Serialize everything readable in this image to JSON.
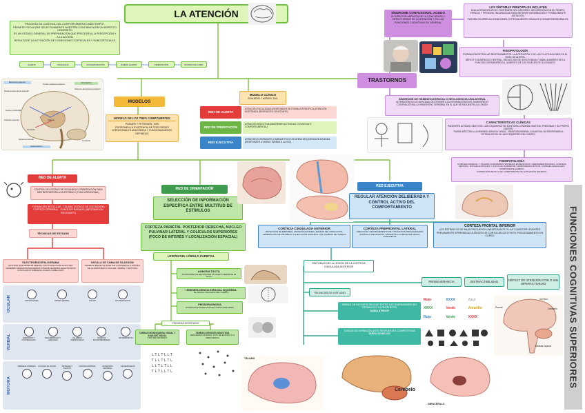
{
  "title": "LA ATENCIÓN",
  "intro_lines": [
    "PROCESO DE CONTROL DEL COMPORTAMIENTO MÁS SIMPLE.",
    "PERMITE FOCALIZAR SELECTIVAMENTE NUESTRA CONCIENCIA EN UN ASPECTO CONCRETO",
    "ES UN ESTADO GENERAL DE PREPARACIÓN QUE PRECEDE A LA PERCEPCIÓN Y A LA ACCIÓN",
    "RESULTA DE LA ACTIVACIÓN DE CONEXIONES CORTICALES Y SUBCORTICALES"
  ],
  "arousal_chain": [
    "ALERTA",
    "VIGILANCIA",
    "CONCENTRACIÓN",
    "DISEÑO ALERTA",
    "ORIENTACIÓN",
    "ESTADO DE COMA"
  ],
  "brain_diagram_labels": [
    "Fascículo superior",
    "Cortex parietal posterior",
    "Sistema atencional anterior",
    "Orientación",
    "Sistema atencional posterior",
    "Cortex prefrontal",
    "Estriado",
    "Tálamo",
    "Colículo superior",
    "Sistema reticular",
    "Cerebelo",
    "Estimulación"
  ],
  "modelos": {
    "title": "MODELOS",
    "sub_title": "MODELO DE LOS TRES COMPONENTES",
    "sub_lines": [
      "POSNER Y PETERSEN, 1990",
      "PROPONEN LA EXISTENCIA DE TRES REDES ATENCIONALES ANATÓMICA Y FUNCIONALMENTE DEFINIDAS"
    ]
  },
  "modelo_clinico": {
    "title": "MODELO CLÍNICO",
    "subtitle": "SOHLBERG Y MATEER, 2001",
    "rows": [
      {
        "label": "RED DE ALERTA",
        "text": "ATENCIÓN FOCALIZADA (RESPONDER DE FORMA ESPECÍFICA) ATENCIÓN SOSTENIDA (RESPUESTA CONSTANTE)"
      },
      {
        "label": "RED DE ORIENTACIÓN",
        "text": "ATENCIÓN SELECTIVA (MANTENER ACTIVIDAD COGNITIVA O COMPORTAMENTAL)"
      },
      {
        "label": "RED EJECUTIVA",
        "text": "ATENCIÓN ALTERNANTE (CAMBIAR FOCO DE ATENCIÓN) ATENCIÓN DIVIDIDA (RESPONDER A VARIAS TAREAS A LA VEZ)"
      }
    ]
  },
  "trastornos": {
    "title": "TRASTORNOS",
    "sindrome_confusional": {
      "title": "SÍNDROME CONFUSIONAL AGUDO",
      "lines": [
        "ALTERACIÓN ABRUPTA DE LA CONCIENCIA Y DÉFICIT GRAVE EN LA ATENCIÓN Y EN LAS FUNCIONES COGNITIVAS EN GENERAL"
      ]
    },
    "sintomas": {
      "title": "LOS SÍNTOMAS PRINCIPALES INCLUYEN",
      "lines": [
        "UNA ALTERACIÓN EN EL CONTENIDO DEL DISCURSO, DESORIENTACIÓN EN TIEMPO, ESPACIO Y PERSONA, INCAPACIDAD PARA RETENER INFORMACIÓN Y POSIBLEMENTE AGITACIÓN.",
        "PUEDEN OCURRIR ALUCINACIONES, ESPECIALMENTE VISUALES O SOMATOSENSORIALES."
      ]
    },
    "fisiopatologia_1": {
      "title": "FISIOPATOLOGÍA",
      "lines": [
        "FORMACIÓN RETICULAR RESPONSABLE DE LA ALTERACIÓN Y DE LAS FLUCTUACIONES EN EL NIVEL DE ALERTA.",
        "DÉFICIT COLINÉRGICO CENTRAL, REDUCCIÓN DE SEROTONINA Y GABA, AUMENTO DE LA FUNCIÓN DOPAMINÉRGICA, AUMENTO DE LOS NIVELES DE GLUTAMATO."
      ]
    },
    "heminegligencia": {
      "title": "SÍNDROME DE HEMINEGLIGENCIA O NEGLIGENCIA UNILATERAL",
      "lines": [
        "ALTERACIÓN EN LA CAPACIDAD DE ATENDER A LA INFORMACIÓN EN EL HEMIESPACIO CONTRALATERAL AL HEMISFERIO CEREBRAL EN EL QUE SE ENCUENTRA LA LESIÓN"
      ]
    },
    "caracteristicas": {
      "title": "CARACTERÍSTICAS CLÍNICAS",
      "lines": [
        "PACIENTES ACTÚAN COMO SI EL LADO IZQUIERDO NO EXISTIERA: IGNORAN OBJETOS, PERSONAS Y SU PROPIO CUERPO.",
        "PUEDE AFECTAR A LA HEMINEGLIGENCIA VISUAL, SOMATOSENSORIAL O AUDITIVA, NO RESPONDEN A ESTÍMULOS EN EL LADO IZQUIERDO DEL CUERPO"
      ]
    },
    "fisiopatologia_2": {
      "title": "FISIOPATOLOGÍA",
      "lines": [
        "CORTEZA PARIETAL Y TÁLAMO CONFORMAN SISTEMAS ESPECÍFICOS Y REPRESENTACIONAL, CORTEZA FRONTAL, NÚCLEO ESTRIADO Y COLÍCULO SUPERIOR: COMPONENTE MOTOR, CORTEZA CINGULADA: COMPONENTE LÍMBICO.",
        "FORMACIÓN RETICULAR: COMPONENTE DE ACTIVACIÓN GENERAL"
      ]
    }
  },
  "red_alerta": {
    "title": "RED DE ALERTA",
    "b1": "CONTROL DEL ESTADO DE VIGILANCIA Y PREPARACIÓN PARA DAR RESPUESTAS A UN ESTÍMULO (TONO ATENCIONAL)",
    "b2": "FORMACIÓN RETICULAR - TÁLAMO (ESTADO DE EXCITACIÓN) CORTEZA CEREBRAL - GANGLIOS BASALES (INFORMACIÓN RELEVANTE)",
    "tecnicas": "TÉCNICAS DE ESTUDIO",
    "t1": "ELECTROENCEFALOGRAMA",
    "t1_text": "ESTUDIO QUE PERMITE MEDIR LA ACTIVIDAD ELÉCTRICA DEL CEREBRO MEDIANTE PEQUEÑOS DISCOS DE METAL ELECTRODOS COLOCADOS SOBRE EL CUERO CABELLUDO",
    "t2": "ESCALA DE COMA DE GLASGOW",
    "t2_text": "PERMITE MEDIR EL NIVEL DE CONCIENCIA A TRAVÉS DE LA RESPUESTA OCULAR, VERBAL Y MOTORA"
  },
  "glasgow": {
    "ocular": {
      "label": "OCULAR",
      "items": [
        "ESPONTÁNEA",
        "ORDEN VERBAL",
        "DOLOR",
        "SIN RESPUESTA"
      ]
    },
    "verbal": {
      "label": "VERBAL",
      "items": [
        "ORIENTADO Y CONVERSANDO",
        "DESORIENTADO Y HABLANDO",
        "PALABRAS INAPROPIADAS",
        "SONIDOS INCOMPRENSIBLES",
        "SIN RESPUESTA"
      ]
    },
    "motora": {
      "label": "MOTORA",
      "items": [
        "OBEDECE ÓRDENES",
        "LOCALIZA EL DOLOR",
        "RETIRADA Y FLEXIÓN",
        "FLEXIÓN ANORMAL",
        "EXTENSIÓN ANORMAL",
        "SIN RESPUESTA"
      ]
    }
  },
  "red_orientacion": {
    "title": "RED DE ORIENTACIÓN",
    "b1": "SELECCIÓN DE INFORMACIÓN ESPECÍFICA ENTRE MULTITUD DE ESTÍMULOS",
    "b2": "CORTEZA PARIETAL POSTERIOR DERECHA, NÚCLEO PULVINAR LATERAL Y COLÍCULOS SUPERIORES (FOCO DE INTERÉS Y LOCALIZACIÓN ESPACIAL)",
    "lesion": "LESIÓN DEL LÓBULO PARIETAL",
    "l1_title": "AGNOSIA TÁCTIL",
    "l1_text": "INCAPACIDAD DE RECONOCER UN OBJETO MEDIANTE EL TACTO",
    "l2_title": "HEMINEGLIGENCIA ESPACIAL IZQUIERDA",
    "l2_text": "SE IGNORA UNA PARTE DEL CUERPO",
    "l3_title": "PROSOPAGNOSIA",
    "l3_text": "INCAPACIDAD DE RECONOCER CARAS FAMILIARES",
    "tecnicas": "TÉCNICAS DE ESTUDIO",
    "tec1": "TAREAS DE BÚSQUEDA VISUAL Y ANÁLISIS VISUAL",
    "tec1_sub": "TIPO DE ESTÍMULO",
    "tec2": "TAREAS ATENCIÓN SELECTIVA",
    "tec2_sub": "PARADIGMA ODDBALL TIPO DE ESTÍMULO O FRECUENCIA"
  },
  "red_ejecutiva": {
    "title": "RED EJECUTIVA",
    "b1": "REGULAR ATENCIÓN DELIBERADA Y CONTROL ACTIVO DEL COMPORTAMIENTO",
    "c1_title": "CORTEZA CINGULADA ANTERIOR",
    "c1_text": "DETECCIÓN DE ERRORES, ATENCIÓN DIVIDIDA, MANEJO DE CONFLICTOS, GENERACIÓN DE PALABRAS Y EJECUCIÓN DURANTE LOS CAMBIOS DE TAREAS",
    "c2_title": "CORTEZA PREFRONTAL LATERAL",
    "c2_text": "CREACIÓN Y MANTENIMIENTO DE CONJUNTOS PROGRAMADOS ESTÍMULO-RESPUESTA, DIRIGIDOS A COMPLETAR METAS CONCRETAS",
    "c3_title": "CORTEZA FRONTAL INFERIOR",
    "c3_text": "LOS ESTÍMULOS DE BAJA FRECUENCIA INESPERADOS O LAS CLAVES RELEVANTES PREVIAMENTE APRENDIDAS EJERCEN DE CORTOCIRCUITO EN EL PROCESAMIENTO EN CURSO",
    "sintomas": "SÍNTOMAS DE LA LESIÓN DE LA CORTEZA CINGULADA ANTERIOR",
    "s1": "PERSEVERANCIA",
    "s2": "DISTRACTIBILIDAD",
    "s3": "DÉFICIT DE ATENCIÓN CON O SIN HIPERACTIVIDAD",
    "tecnicas": "TÉCNICAS DE ESTUDIO",
    "tec1": "TAREAS DE INCOMPATIBILIDAD ENTRE LAS DIMENSIONES DEL ESTÍMULO O LA RESPUESTA",
    "tec1_sub": "TAREA STROOP",
    "tec2": "TAREAS DE INHIBICIÓN ANTE RESPUESTAS COMPETITIVAS",
    "tec2_sub": "TAREA GO/NO-GO"
  },
  "stroop_words": [
    "Rojo",
    "XXXX",
    "Azul",
    "XXXX",
    "Verde",
    "Amarillo",
    "Rojo",
    "Verde",
    "XXXX"
  ],
  "side_label": "FUNCIONES COGNITIVAS SUPERIORES",
  "img_labels": {
    "talamo": "TÁLAMO",
    "cerebelo": "Cerebelo",
    "diencefalo": "DIENCÉFALO",
    "puente": "Puente",
    "cerebro": "Cerebro",
    "medula": "Médula espinal",
    "cerebelo2": "Cerebelo"
  },
  "colors": {
    "title_bg": "#ddf5b8",
    "title_border": "#6abf3c",
    "green": "#3f9c4f",
    "green_light": "#bfe6a8",
    "teal": "#3fb9a3",
    "orange": "#f5b93a",
    "red": "#e43b3b",
    "blue": "#3a85c9",
    "purple": "#cf8fe0",
    "lavender": "#efd9f7",
    "grey_label": "#cfcfcf"
  }
}
